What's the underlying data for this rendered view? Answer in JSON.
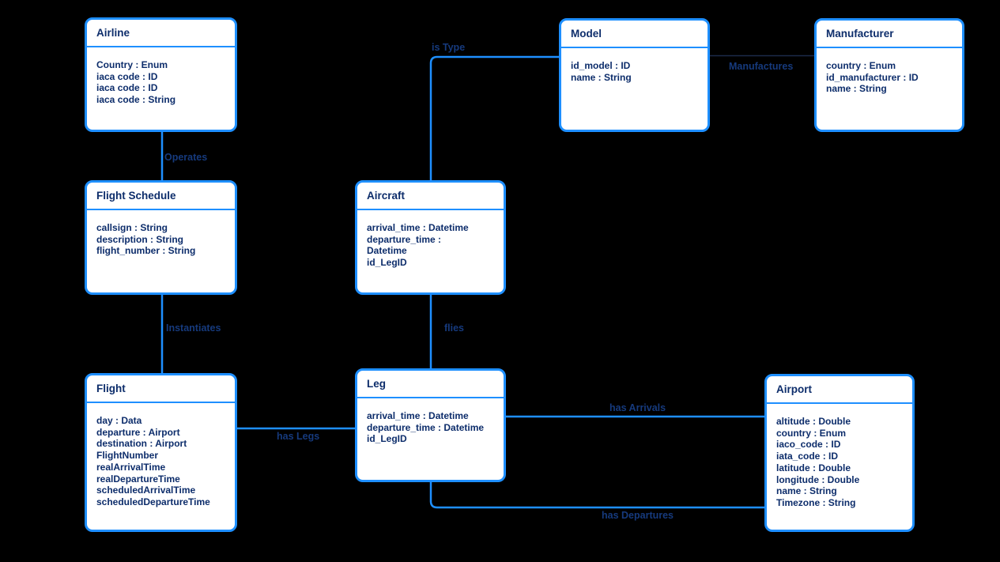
{
  "diagram": {
    "type": "entity-relationship",
    "background": "#000000"
  },
  "colors": {
    "box_border": "#1e8fff",
    "box_fill": "#ffffff",
    "box_text": "#0d2d6b",
    "edge": "#1e8fff",
    "edge_dark": "#1c2b4a",
    "edge_label_text": "#163a7d"
  },
  "entities": [
    {
      "id": "airline",
      "title": "Airline",
      "attributes": [
        "Country : Enum",
        "iaca code : ID",
        "iaca code : ID",
        "iaca code : String"
      ]
    },
    {
      "id": "flight-schedule",
      "title": "Flight Schedule",
      "attributes": [
        "callsign : String",
        "description : String",
        "flight_number : String"
      ]
    },
    {
      "id": "flight",
      "title": "Flight",
      "attributes": [
        "day : Data",
        "departure : Airport",
        "destination : Airport",
        "FlightNumber",
        "realArrivalTime",
        "realDepartureTime",
        "scheduledArrivalTime",
        "scheduledDepartureTime"
      ]
    },
    {
      "id": "aircraft",
      "title": "Aircraft",
      "attributes": [
        "arrival_time : Datetime",
        "departure_time :",
        "Datetime",
        "id_LegID"
      ]
    },
    {
      "id": "leg",
      "title": "Leg",
      "attributes": [
        "arrival_time : Datetime",
        "departure_time : Datetime",
        "id_LegID"
      ]
    },
    {
      "id": "model",
      "title": "Model",
      "attributes": [
        "id_model : ID",
        "name : String"
      ]
    },
    {
      "id": "manufacturer",
      "title": "Manufacturer",
      "attributes": [
        "country : Enum",
        "id_manufacturer : ID",
        "name : String"
      ]
    },
    {
      "id": "airport",
      "title": "Airport",
      "attributes": [
        "altitude : Double",
        "country : Enum",
        "iaco_code : ID",
        "iata_code : ID",
        "latitude : Double",
        "longitude : Double",
        "name : String",
        "Timezone : String"
      ]
    }
  ],
  "relationships": [
    {
      "id": "operates",
      "label": "Operates",
      "from": "Airline",
      "to": "Flight Schedule"
    },
    {
      "id": "instantiates",
      "label": "Instantiates",
      "from": "Flight Schedule",
      "to": "Flight"
    },
    {
      "id": "is-type",
      "label": "is Type",
      "from": "Aircraft",
      "to": "Model"
    },
    {
      "id": "manufactures",
      "label": "Manufactures",
      "from": "Manufacturer",
      "to": "Model"
    },
    {
      "id": "flies",
      "label": "flies",
      "from": "Aircraft",
      "to": "Leg"
    },
    {
      "id": "has-legs",
      "label": "has Legs",
      "from": "Flight",
      "to": "Leg"
    },
    {
      "id": "has-arrivals",
      "label": "has Arrivals",
      "from": "Leg",
      "to": "Airport"
    },
    {
      "id": "has-departures",
      "label": "has Departures",
      "from": "Leg",
      "to": "Airport"
    }
  ]
}
